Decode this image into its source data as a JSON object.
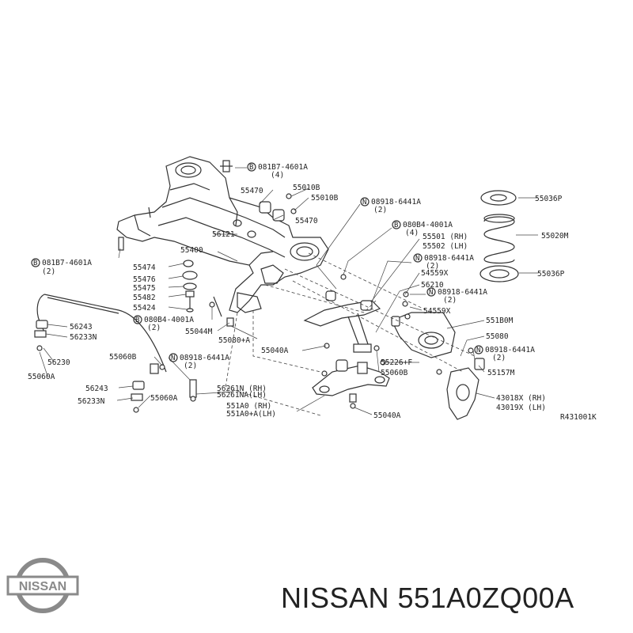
{
  "diagram": {
    "ref_code": "R431001K",
    "labels": {
      "l01": "081B7-4601A",
      "l01q": "(4)",
      "l02": "55470",
      "l03": "55010B",
      "l04": "55010B",
      "l05": "55470",
      "l06": "08918-6441A",
      "l06q": "(2)",
      "l07": "55036P",
      "l08": "080B4-4001A",
      "l08q": "(4)",
      "l09": "56121",
      "l10": "55501 (RH)",
      "l11": "55502 (LH)",
      "l12": "55020M",
      "l13": "081B7-4601A",
      "l13q": "(2)",
      "l14": "55400",
      "l15": "08918-6441A",
      "l15q": "(2)",
      "l16": "55036P",
      "l17": "55474",
      "l18": "54559X",
      "l19": "55476",
      "l20": "56210",
      "l21": "55475",
      "l22": "08918-6441A",
      "l22q": "(2)",
      "l23": "55482",
      "l24": "54559X",
      "l25": "55424",
      "l26": "080B4-4001A",
      "l26q": "(2)",
      "l27": "551B0M",
      "l28": "56243",
      "l29": "56233N",
      "l30": "55044M",
      "l31": "55080",
      "l32": "55080+A",
      "l33": "08918-6441A",
      "l33q": "(2)",
      "l34": "55040A",
      "l35": "55060B",
      "l36": "08918-6441A",
      "l36q": "(2)",
      "l37": "55226+F",
      "l38": "56230",
      "l39": "55060B",
      "l40": "55157M",
      "l41": "55060A",
      "l42": "56243",
      "l43": "56261N (RH)",
      "l44": "56261NA(LH)",
      "l45": "43018X (RH)",
      "l46": "43019X (LH)",
      "l47": "56233N",
      "l48": "55060A",
      "l49": "551A0 (RH)",
      "l50": "551A0+A(LH)",
      "l51": "55040A"
    }
  },
  "brand": {
    "logo_text": "NISSAN",
    "logo_color": "#8a8a8a"
  },
  "footer": {
    "part_title": "NISSAN 551A0ZQ00A"
  }
}
